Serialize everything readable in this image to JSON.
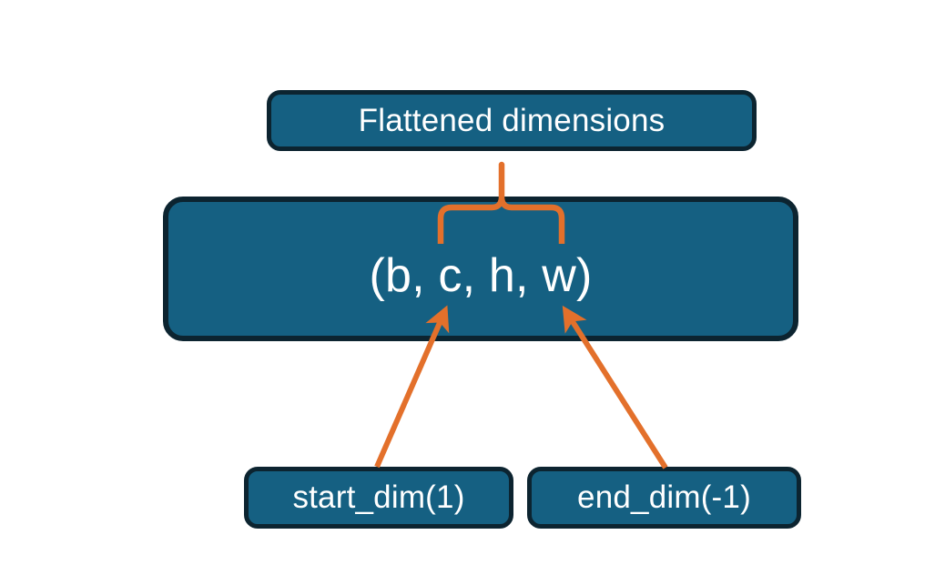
{
  "diagram": {
    "title_node": {
      "label": "Flattened dimensions"
    },
    "shape_node": {
      "label": "(b, c, h, w)"
    },
    "arg_nodes": [
      {
        "label": "start_dim(1)"
      },
      {
        "label": "end_dim(-1)"
      }
    ],
    "colors": {
      "node_fill": "#156082",
      "node_border": "#0c2430",
      "node_text": "#ffffff",
      "accent": "#e3702b",
      "background": "#ffffff"
    },
    "connectors": {
      "brace": {
        "name": "curly-brace-connector",
        "description": "upward curly brace grouping c, h, w toward Flattened dimensions"
      },
      "arrow_start_dim": {
        "name": "arrow-start-dim",
        "description": "arrow from start_dim(1) to the c element of the tuple"
      },
      "arrow_end_dim": {
        "name": "arrow-end-dim",
        "description": "arrow from end_dim(-1) to the w element of the tuple"
      }
    }
  }
}
